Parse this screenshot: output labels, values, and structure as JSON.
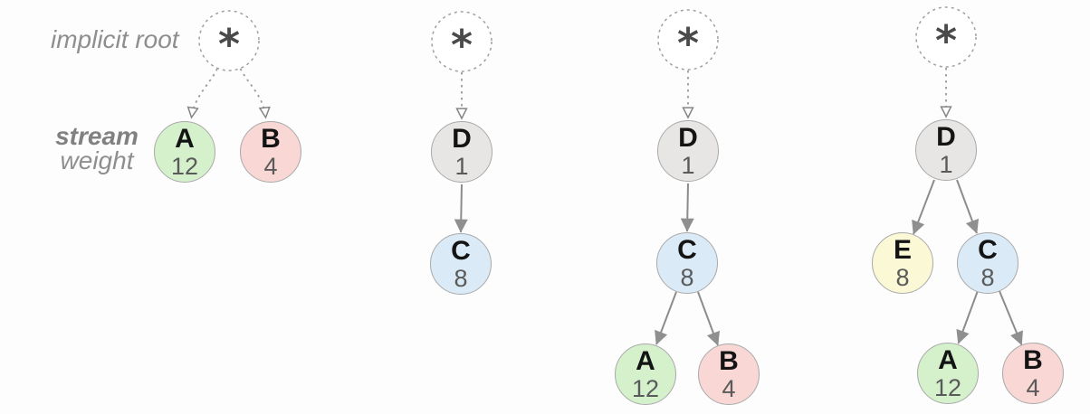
{
  "labels": {
    "implicit_root": "implicit root",
    "stream": "stream",
    "weight": "weight"
  },
  "colors": {
    "node_green": "#d4f1cc",
    "node_pink": "#f8d7d5",
    "node_gray": "#e7e6e4",
    "node_blue": "#daebf7",
    "node_yellow": "#fbf8d6",
    "edge_gray": "#8c8c8c",
    "dashed_gray": "#9b9b9b",
    "label_gray": "#8e8e8e"
  },
  "trees": [
    {
      "name": "tree-1",
      "root": {
        "symbol": "*"
      },
      "nodes": [
        {
          "id": "A",
          "label": "A",
          "weight": "12",
          "color": "#d4f1cc"
        },
        {
          "id": "B",
          "label": "B",
          "weight": "4",
          "color": "#f8d7d5"
        }
      ],
      "edges": [
        {
          "from": "*",
          "to": "A",
          "style": "dashed"
        },
        {
          "from": "*",
          "to": "B",
          "style": "dashed"
        }
      ]
    },
    {
      "name": "tree-2",
      "root": {
        "symbol": "*"
      },
      "nodes": [
        {
          "id": "D",
          "label": "D",
          "weight": "1",
          "color": "#e7e6e4"
        },
        {
          "id": "C",
          "label": "C",
          "weight": "8",
          "color": "#daebf7"
        }
      ],
      "edges": [
        {
          "from": "*",
          "to": "D",
          "style": "dashed"
        },
        {
          "from": "D",
          "to": "C",
          "style": "solid"
        }
      ]
    },
    {
      "name": "tree-3",
      "root": {
        "symbol": "*"
      },
      "nodes": [
        {
          "id": "D",
          "label": "D",
          "weight": "1",
          "color": "#e7e6e4"
        },
        {
          "id": "C",
          "label": "C",
          "weight": "8",
          "color": "#daebf7"
        },
        {
          "id": "A",
          "label": "A",
          "weight": "12",
          "color": "#d4f1cc"
        },
        {
          "id": "B",
          "label": "B",
          "weight": "4",
          "color": "#f8d7d5"
        }
      ],
      "edges": [
        {
          "from": "*",
          "to": "D",
          "style": "dashed"
        },
        {
          "from": "D",
          "to": "C",
          "style": "solid"
        },
        {
          "from": "C",
          "to": "A",
          "style": "solid"
        },
        {
          "from": "C",
          "to": "B",
          "style": "solid"
        }
      ]
    },
    {
      "name": "tree-4",
      "root": {
        "symbol": "*"
      },
      "nodes": [
        {
          "id": "D",
          "label": "D",
          "weight": "1",
          "color": "#e7e6e4"
        },
        {
          "id": "E",
          "label": "E",
          "weight": "8",
          "color": "#fbf8d6"
        },
        {
          "id": "C",
          "label": "C",
          "weight": "8",
          "color": "#daebf7"
        },
        {
          "id": "A",
          "label": "A",
          "weight": "12",
          "color": "#d4f1cc"
        },
        {
          "id": "B",
          "label": "B",
          "weight": "4",
          "color": "#f8d7d5"
        }
      ],
      "edges": [
        {
          "from": "*",
          "to": "D",
          "style": "dashed"
        },
        {
          "from": "D",
          "to": "E",
          "style": "solid"
        },
        {
          "from": "D",
          "to": "C",
          "style": "solid"
        },
        {
          "from": "C",
          "to": "A",
          "style": "solid"
        },
        {
          "from": "C",
          "to": "B",
          "style": "solid"
        }
      ]
    }
  ]
}
